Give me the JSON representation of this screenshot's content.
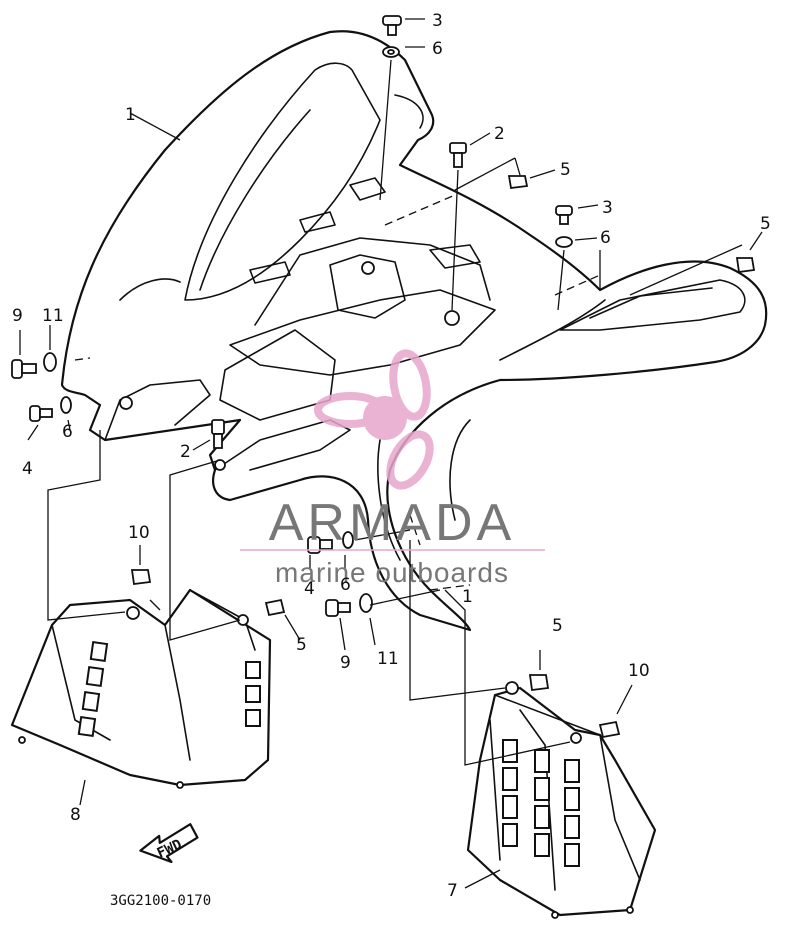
{
  "diagram": {
    "part_code": "3GG2100-0170",
    "direction_label": "FWD",
    "callouts": [
      "1",
      "2",
      "3",
      "4",
      "5",
      "6",
      "7",
      "8",
      "9",
      "10",
      "11"
    ]
  },
  "watermark": {
    "brand": "ARMADA",
    "tagline": "marine outboards",
    "logo_color": "#e7a6cc",
    "text_color": "#777777"
  }
}
